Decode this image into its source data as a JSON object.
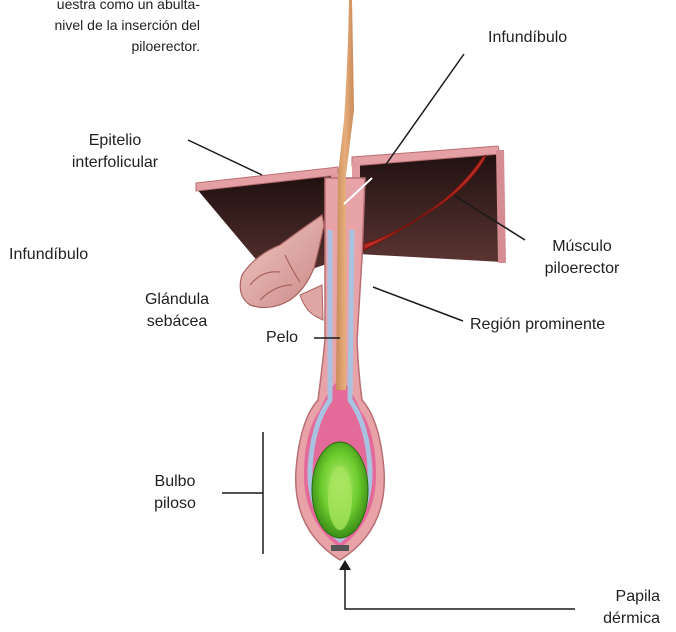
{
  "caption": {
    "line1": "uestra como un abulta-",
    "line2": "nivel de la inserción del",
    "line3": "piloerector."
  },
  "labels": {
    "infundibulo_top": "Infundíbulo",
    "epitelio_line1": "Epitelio",
    "epitelio_line2": "interfolicular",
    "infundibulo_left": "Infundíbulo",
    "musculo_line1": "Músculo",
    "musculo_line2": "piloerector",
    "glandula_line1": "Glándula",
    "glandula_line2": "sebácea",
    "pelo": "Pelo",
    "region": "Región prominente",
    "bulbo_line1": "Bulbo",
    "bulbo_line2": "piloso",
    "papila_line1": "Papila",
    "papila_line2": "dérmica"
  },
  "colors": {
    "skin_pink": "#e8a3a8",
    "skin_dark": "#3a1f1e",
    "hair_shaft": "#d99d6a",
    "sheath_blue": "#a9c2e0",
    "bulb_magenta": "#e46a9a",
    "papilla_green": "#5fbf2f",
    "muscle_red": "#c1271d"
  }
}
